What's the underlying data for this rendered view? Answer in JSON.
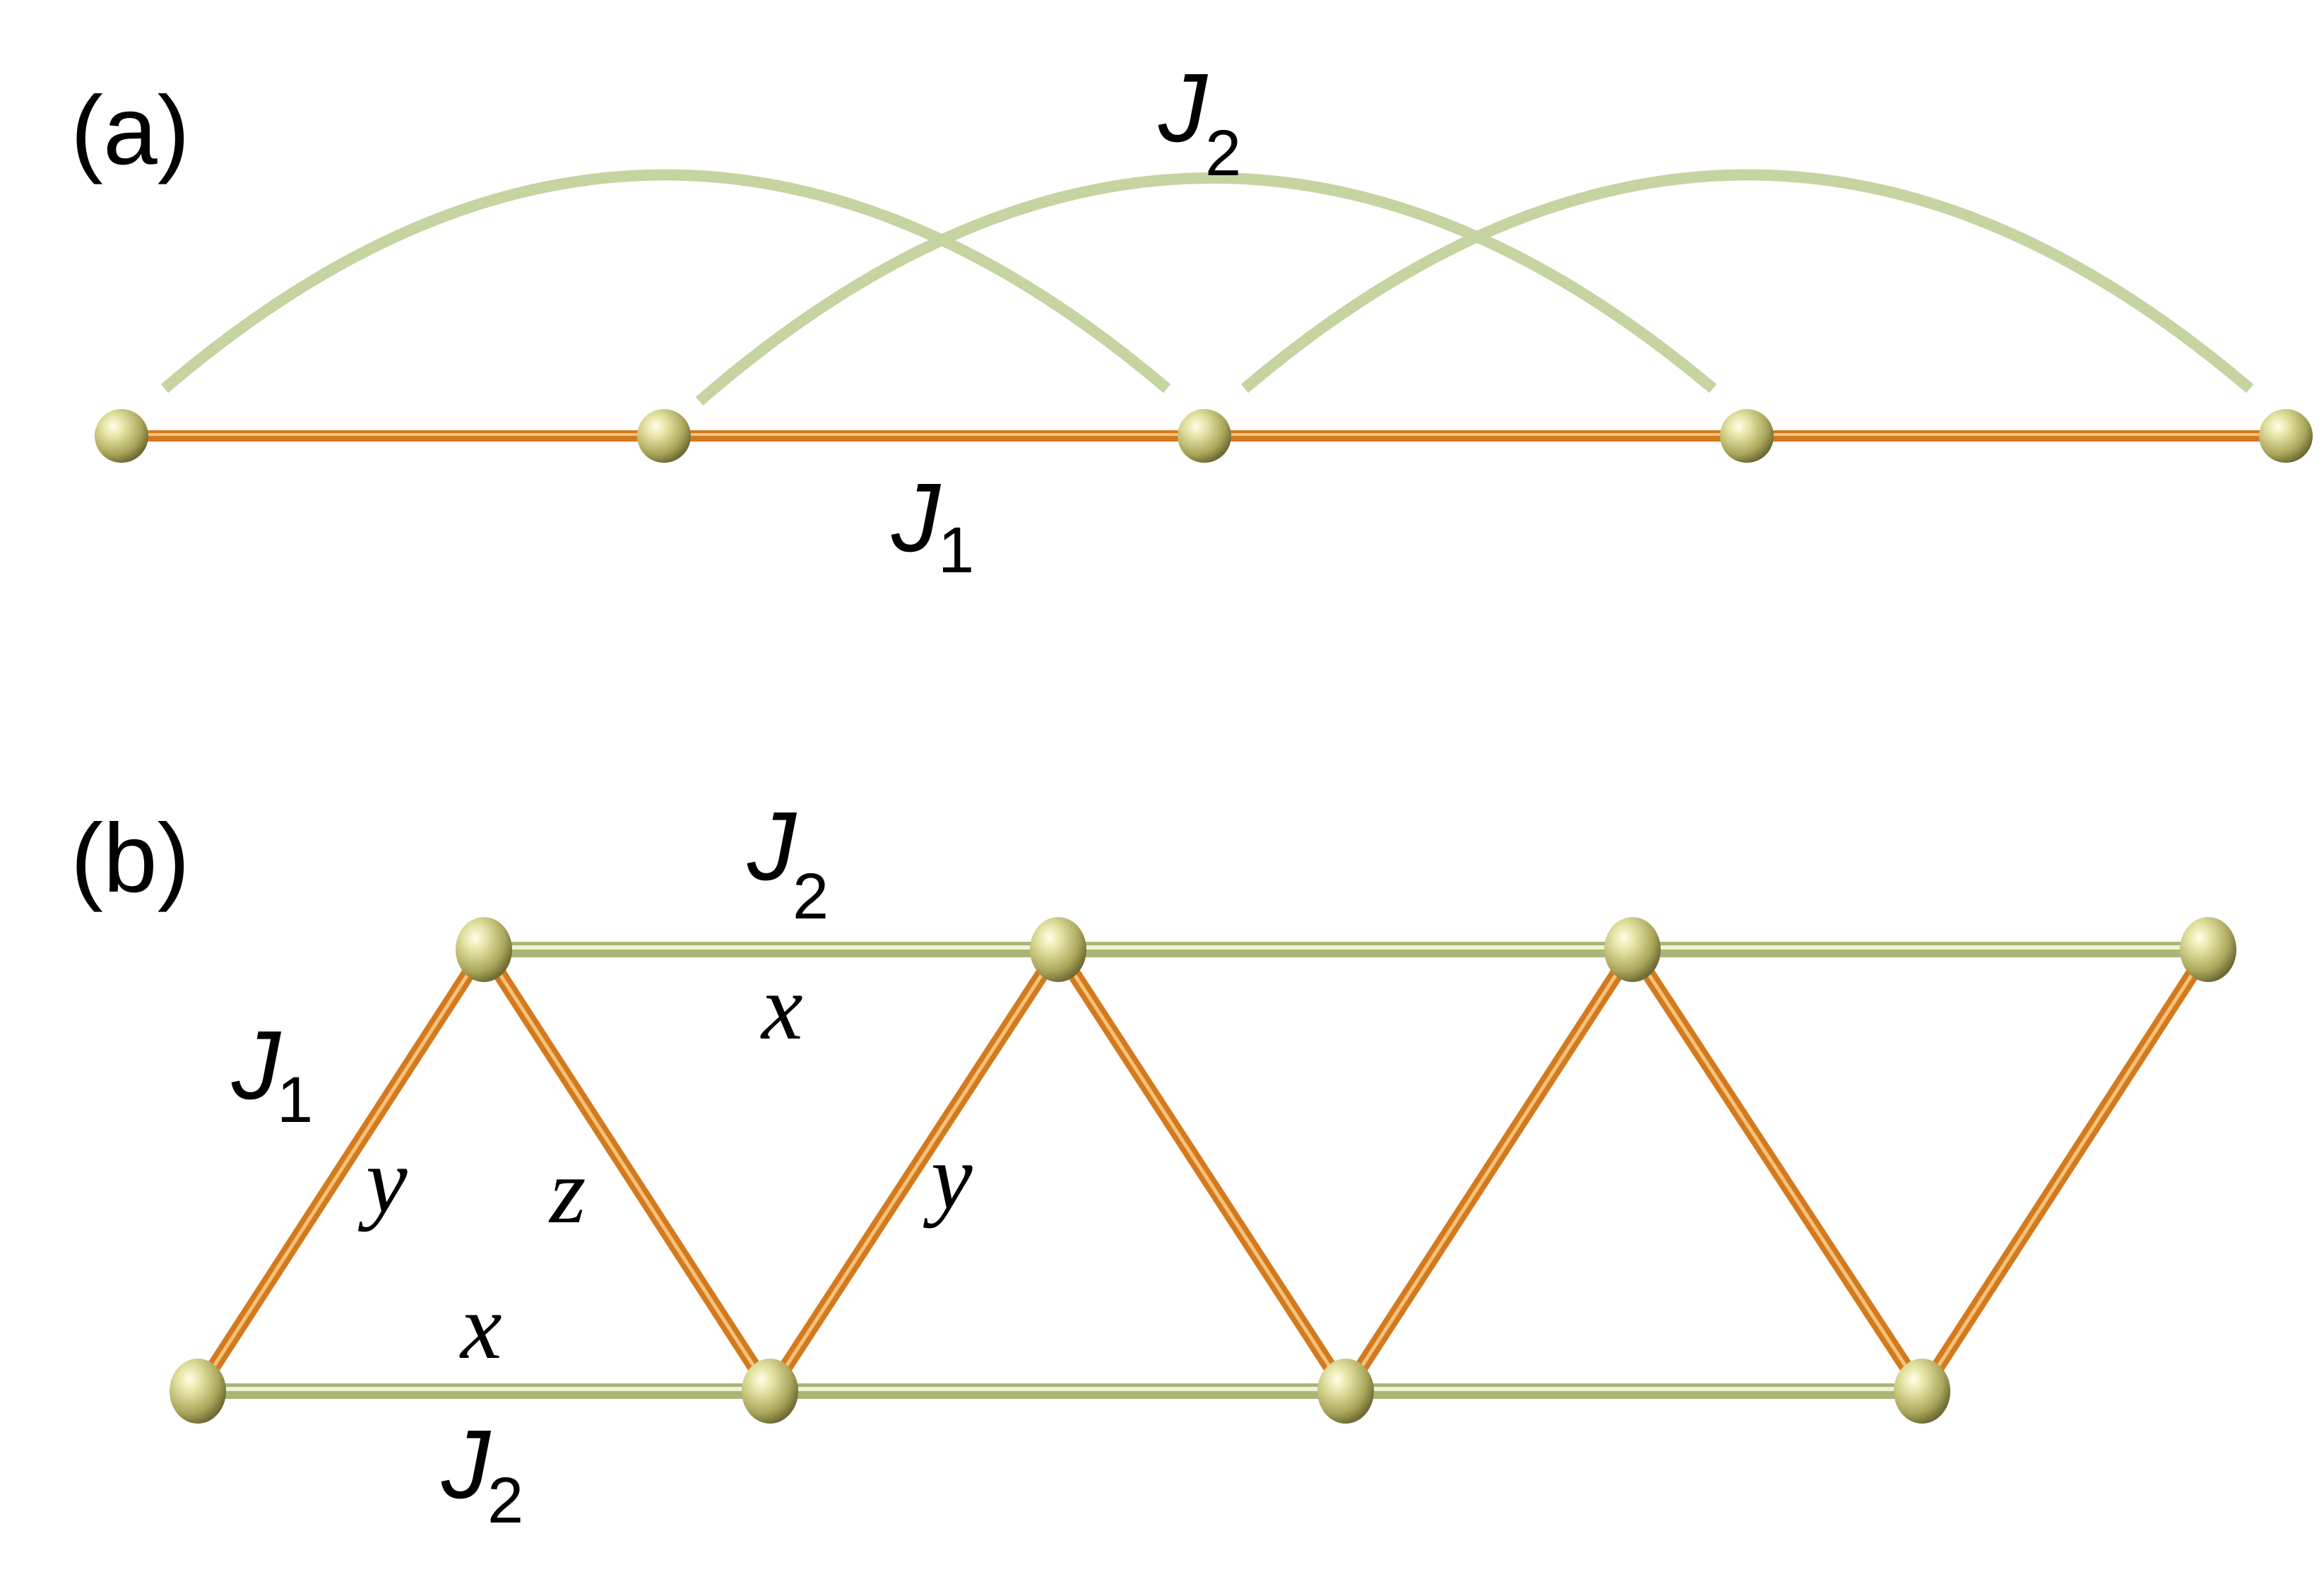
{
  "panel_a": {
    "label": "(a)",
    "j1": {
      "symbol": "J",
      "subscript": "1"
    },
    "j2": {
      "symbol": "J",
      "subscript": "2"
    }
  },
  "panel_b": {
    "label": "(b)",
    "j1": {
      "symbol": "J",
      "subscript": "1"
    },
    "j2_top": {
      "symbol": "J",
      "subscript": "2"
    },
    "j2_bottom": {
      "symbol": "J",
      "subscript": "2"
    },
    "bond_labels": {
      "top_x": "x",
      "bottom_x": "x",
      "left_y": "y",
      "left_z": "z",
      "middle_y": "y"
    }
  },
  "colors": {
    "j1_bond": "#e08a2a",
    "j1_bond_highlight": "#f6c27a",
    "j2_bond": "#c5d4a0",
    "j2_rail": "#b7c48a",
    "site": "#c9c77a"
  }
}
